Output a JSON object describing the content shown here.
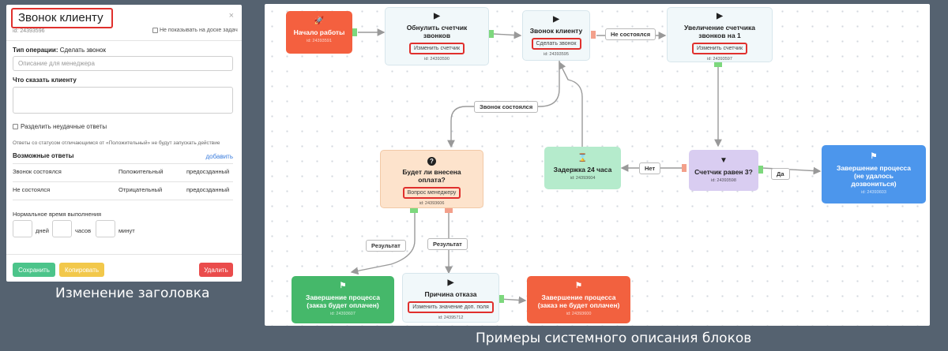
{
  "editor": {
    "title": "Звонок клиенту",
    "close": "×",
    "id_text": "id: 24393596",
    "hide_on_board": "Не показывать на доске задач",
    "op_type_label": "Тип операции:",
    "op_type_value": "Сделать звонок",
    "desc_placeholder": "Описание для менеджера",
    "say_label": "Что сказать клиенту",
    "split_label": "Разделить неудачные ответы",
    "note": "Ответы со статусом отличающимся от «Положительный» не будут запускать действие",
    "answers_title": "Возможные ответы",
    "answers_add": "добавить",
    "answers": [
      {
        "text": "Звонок состоялся",
        "status": "Положительный",
        "kind": "предосзданный"
      },
      {
        "text": "Не состоялся",
        "status": "Отрицательный",
        "kind": "предосзданный"
      }
    ],
    "time_label": "Нормальное время выполнения",
    "days": "дней",
    "hours": "часов",
    "minutes": "минут",
    "save": "Сохранить",
    "copy": "Копировать",
    "delete": "Удалить"
  },
  "left_caption": "Изменение заголовка",
  "right_caption": "Примеры системного описания блоков",
  "nodes": {
    "start": {
      "title": "Начало работы",
      "id": "id: 24393591",
      "icon": "rocket-icon"
    },
    "reset": {
      "title": "Обнулить счетчик звонков",
      "desc": "Изменить счетчик",
      "id": "id: 24393590",
      "icon": "play-icon"
    },
    "call": {
      "title": "Звонок клиенту",
      "desc": "Сделать звонок",
      "id": "id: 24393595",
      "icon": "play-icon"
    },
    "inc": {
      "title": "Увеличение счетчика звонков на 1",
      "desc": "Изменить счетчик",
      "id": "id: 24393597",
      "icon": "play-icon"
    },
    "question": {
      "title": "Будет ли внесена оплата?",
      "desc": "Вопрос менеджеру",
      "id": "id: 24393606",
      "icon": "question-icon"
    },
    "delay": {
      "title": "Задержка 24 часа",
      "id": "id: 24393604",
      "icon": "hourglass-icon"
    },
    "filter": {
      "title": "Счетчик равен 3?",
      "id": "id: 24393598",
      "icon": "filter-icon"
    },
    "end_fail": {
      "title": "Завершение процесса (не удалось дозвониться)",
      "id": "id: 24393603",
      "icon": "flag-icon"
    },
    "end_paid": {
      "title": "Завершение процесса (заказ будет оплачен)",
      "id": "id: 24393607",
      "icon": "flag-icon"
    },
    "reason": {
      "title": "Причина отказа",
      "desc": "Изменить значение доп. поля",
      "id": "id: 24395712",
      "icon": "play-icon"
    },
    "end_unpaid": {
      "title": "Завершение процесса (заказ не будет оплачен)",
      "id": "id: 24393600",
      "icon": "flag-icon"
    }
  },
  "edges": {
    "not_happened": "Не состоялся",
    "call_happened": "Звонок состоялся",
    "no": "Нет",
    "yes": "Да",
    "result1": "Результат",
    "result2": "Результат"
  },
  "colors": {
    "start": "#f4603f",
    "light_node": "#f1f8fa",
    "question": "#fde3cc",
    "delay": "#b5ebcc",
    "filter": "#d9cdf1",
    "end_blue": "#4c96ec",
    "end_green": "#45b86a",
    "end_red": "#f2613f",
    "save": "#4cc48a",
    "copy": "#f2c84b",
    "delete": "#ea4c4c"
  }
}
